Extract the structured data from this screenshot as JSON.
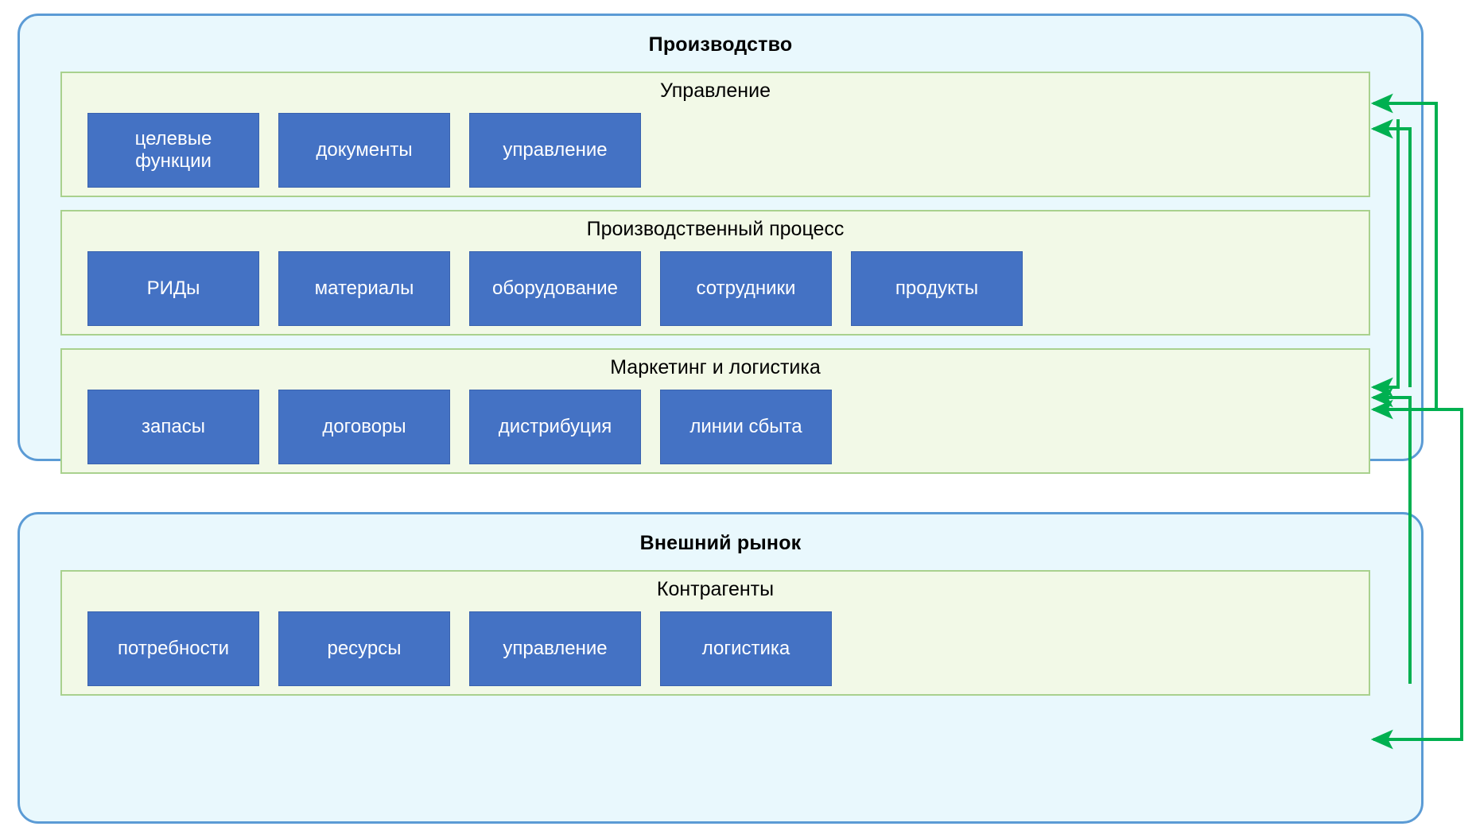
{
  "diagram": {
    "title_production": "Производство",
    "title_market": "Внешний рынок",
    "accent_blue_border": "#5B9BD5",
    "accent_blue_fill": "#E9F8FD",
    "panel_green_border": "#A9D18E",
    "panel_green_fill": "#F2F9E7",
    "node_blue": "#4472C4",
    "arrow_green": "#00B050"
  },
  "production": {
    "title": "Производство",
    "panels": [
      {
        "title": "Управление",
        "nodes": [
          {
            "label": "целевые функции",
            "line1": "целевые",
            "line2": "функции"
          },
          {
            "label": "документы"
          },
          {
            "label": "управление"
          }
        ]
      },
      {
        "title": "Производственный процесс",
        "nodes": [
          {
            "label": "РИДы"
          },
          {
            "label": "материалы"
          },
          {
            "label": "оборудование"
          },
          {
            "label": "сотрудники"
          },
          {
            "label": "продукты"
          }
        ]
      },
      {
        "title": "Маркетинг и логистика",
        "nodes": [
          {
            "label": "запасы"
          },
          {
            "label": "договоры"
          },
          {
            "label": "дистрибуция"
          },
          {
            "label": "линии сбыта"
          }
        ]
      }
    ]
  },
  "market": {
    "title": "Внешний рынок",
    "panels": [
      {
        "title": "Контрагенты",
        "nodes": [
          {
            "label": "потребности"
          },
          {
            "label": "ресурсы"
          },
          {
            "label": "управление"
          },
          {
            "label": "логистика"
          }
        ]
      }
    ]
  },
  "connectors": [
    {
      "name": "marketing-to-upravlenie-outer",
      "from": "Маркетинг и логистика",
      "to": "Управление"
    },
    {
      "name": "marketing-to-upravlenie-inner",
      "from": "Маркетинг и логистика",
      "to": "Управление"
    },
    {
      "name": "upravlenie-to-marketing-inner",
      "from": "Управление",
      "to": "Маркетинг и логистика"
    },
    {
      "name": "upravlenie-to-marketing-outer",
      "from": "Управление",
      "to": "Маркетинг и логистика"
    },
    {
      "name": "kontragenty-to-marketing",
      "from": "Контрагенты",
      "to": "Маркетинг и логистика"
    },
    {
      "name": "marketing-to-kontragenty",
      "from": "Маркетинг и логистика",
      "to": "Контрагенты"
    }
  ]
}
